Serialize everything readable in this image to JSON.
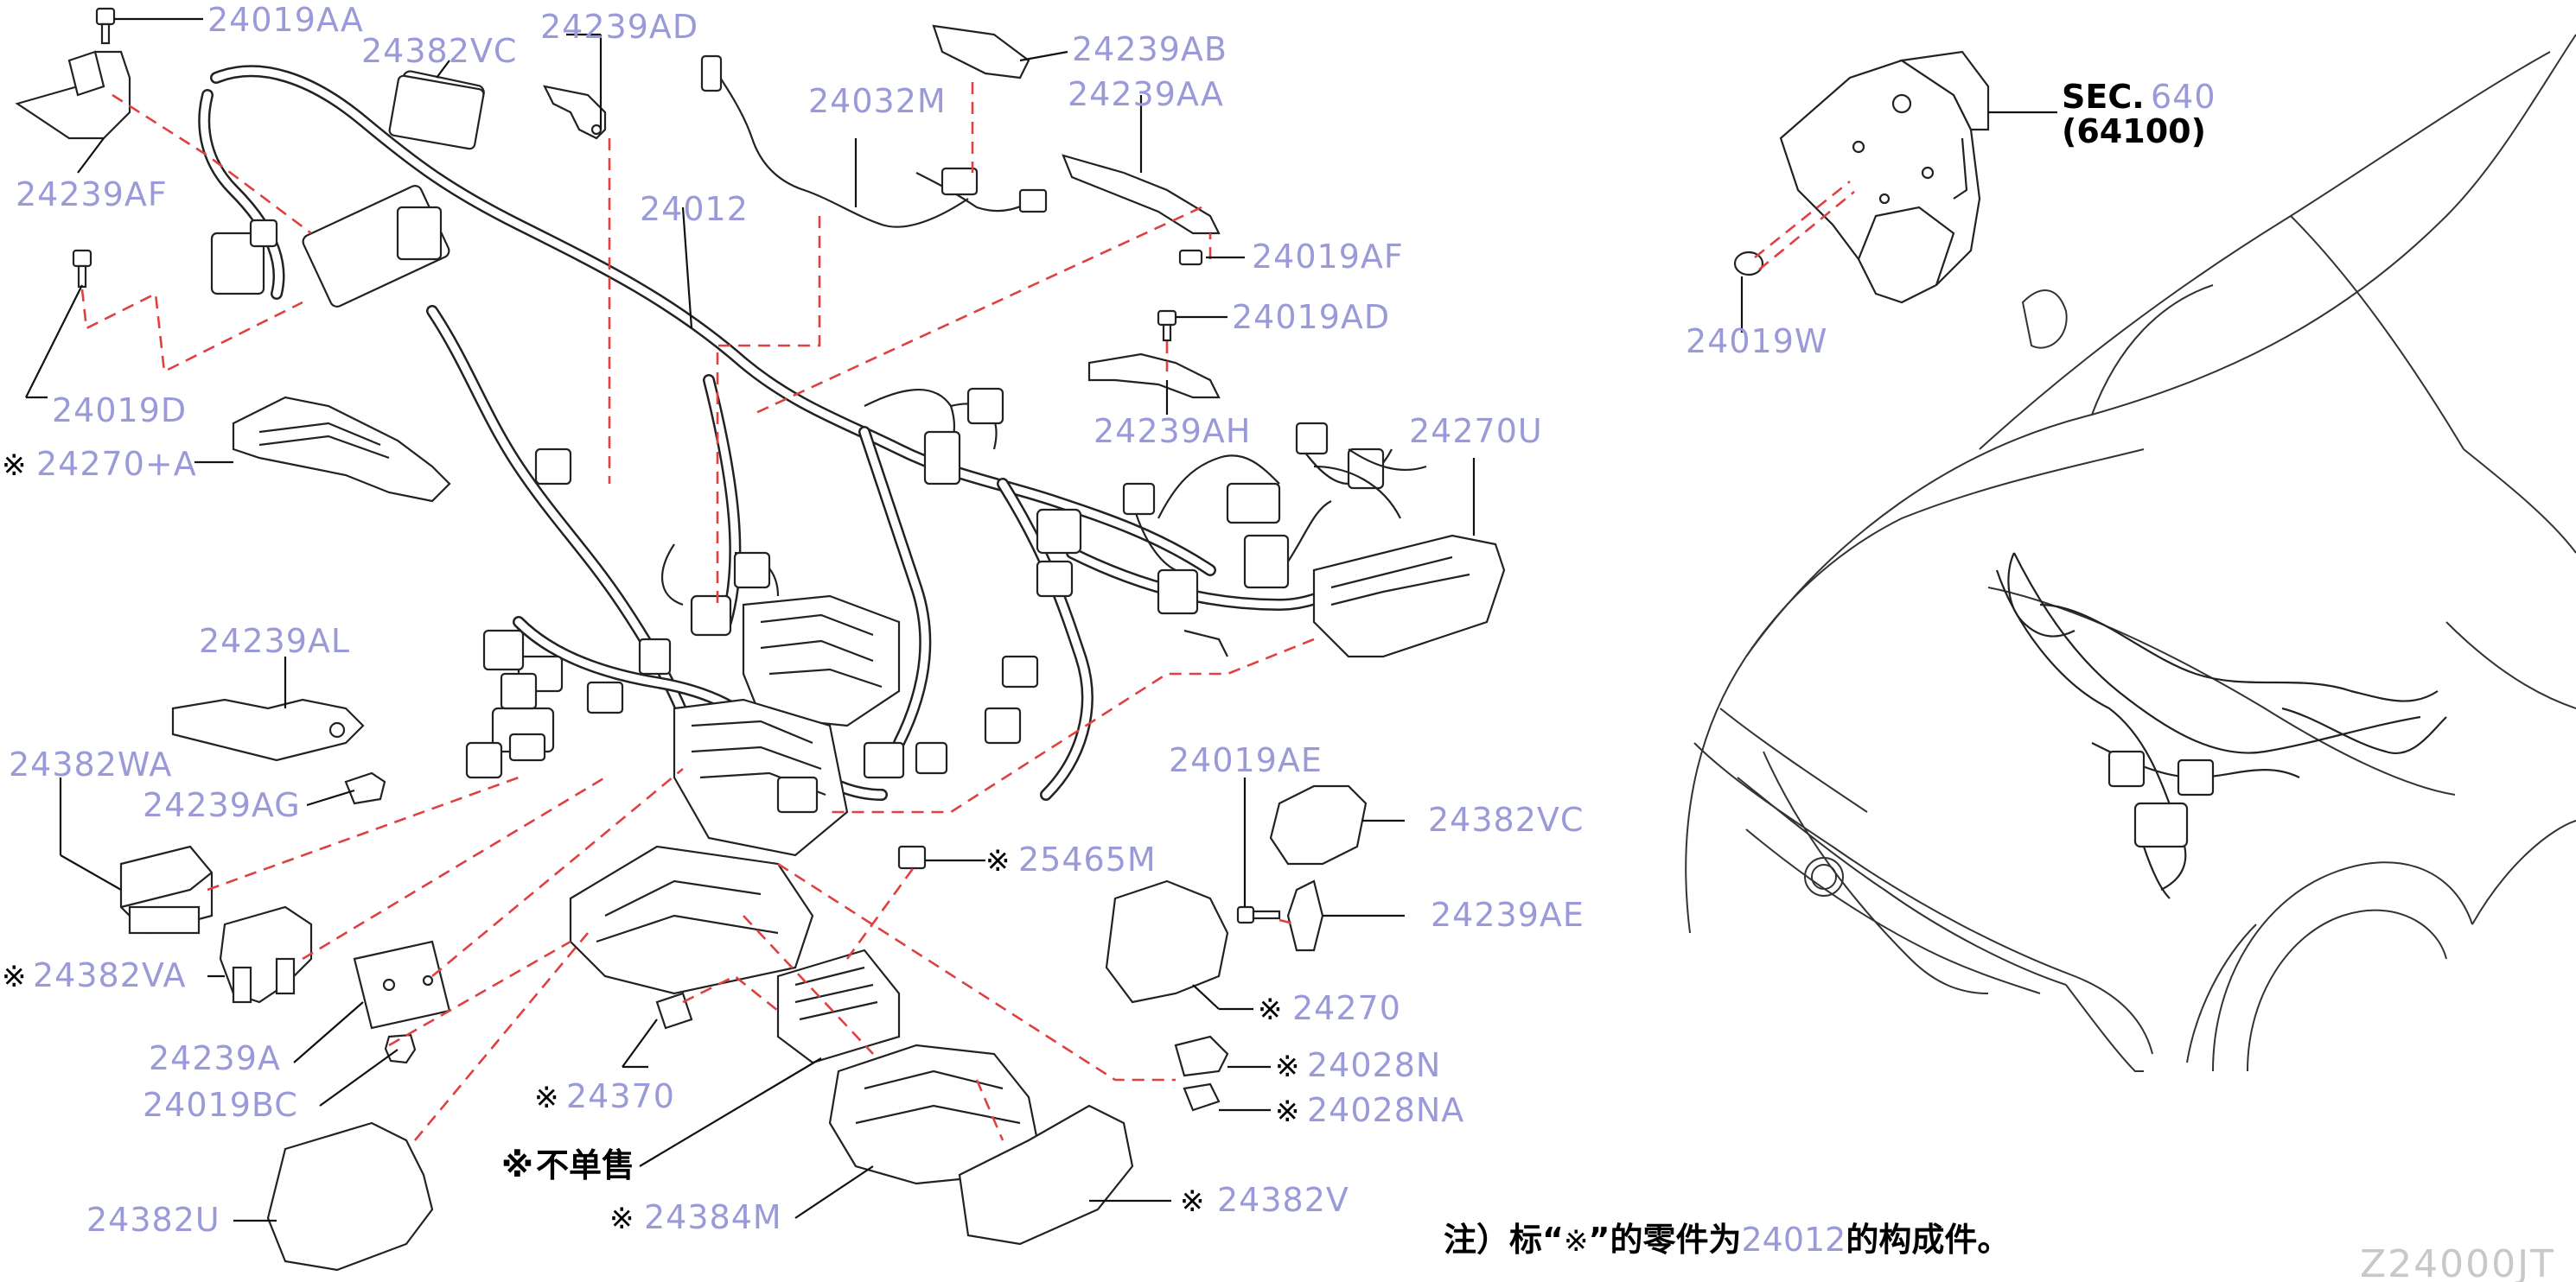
{
  "labels": {
    "p24019AA": "24019AA",
    "p24382VC_top": "24382VC",
    "p24239AD": "24239AD",
    "p24239AB": "24239AB",
    "p24032M": "24032M",
    "p24239AA": "24239AA",
    "p24239AF": "24239AF",
    "p24012": "24012",
    "p24019AF": "24019AF",
    "p24019AD": "24019AD",
    "p24019D": "24019D",
    "p24270A": "24270+A",
    "p24239AH": "24239AH",
    "p24270U": "24270U",
    "p24239AL": "24239AL",
    "p24382WA": "24382WA",
    "p24239AG": "24239AG",
    "p24019AE": "24019AE",
    "p24382VC_right": "24382VC",
    "p25465M": "25465M",
    "p24239AE": "24239AE",
    "p24382VA": "24382VA",
    "p24270": "24270",
    "p24239A": "24239A",
    "p24028N": "24028N",
    "p24019BC": "24019BC",
    "p24370": "24370",
    "p24028NA": "24028NA",
    "not_sold": "不单售",
    "p24384M": "24384M",
    "p24382V": "24382V",
    "p24382U": "24382U",
    "p24019W": "24019W",
    "sec_prefix": "SEC.",
    "sec_num": "640",
    "sec_sub": "(64100)"
  },
  "mark_symbol": "※",
  "note": {
    "prefix": "注）标“",
    "symbol": "※",
    "middle": "”的零件为",
    "part": "24012",
    "suffix": "的构成件。"
  },
  "diagram_code": "Z24000JT",
  "colors": {
    "label": "#9a9ad8",
    "leader_dash": "#e04040",
    "line": "#222222"
  }
}
